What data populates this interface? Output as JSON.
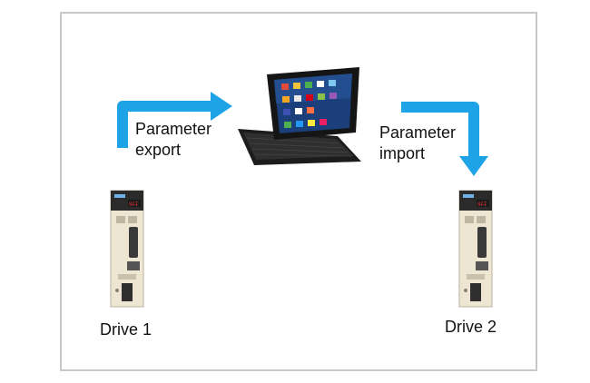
{
  "labels": {
    "export_line1": "Parameter",
    "export_line2": "export",
    "import_line1": "Parameter",
    "import_line2": "import",
    "drive1": "Drive 1",
    "drive2": "Drive 2"
  },
  "colors": {
    "arrow": "#1ea3e6",
    "frame": "#c8c8c8",
    "drive_body": "#ede6d2",
    "drive_top": "#2b2b2b",
    "tablet_screen": "#1b3f7a"
  },
  "icons": [
    "tablet-with-keyboard-icon",
    "servo-drive-icon",
    "arrow-right-icon",
    "arrow-down-icon"
  ]
}
